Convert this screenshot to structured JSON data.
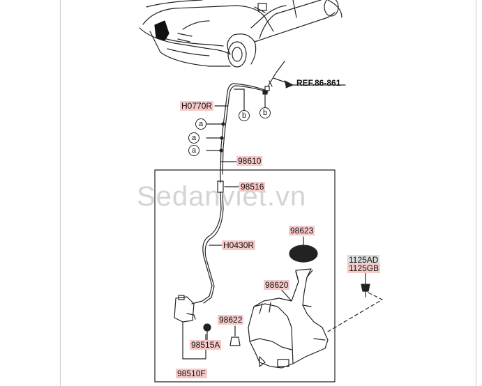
{
  "reference": "REF.86-861",
  "watermark": "Sedanviet.vn",
  "callout_a": "a",
  "callout_b": "b",
  "parts": {
    "hose_upper": "H0770R",
    "reservoir_assy": "98610",
    "connector": "98516",
    "hose_lower": "H0430R",
    "cap": "98623",
    "filler_neck": "98620",
    "grommet": "98622",
    "pump_seal": "98515A",
    "pump": "98510F",
    "bolt_a": "1125AD",
    "bolt_b": "1125GB"
  },
  "colors": {
    "highlight": "#f6c9c9",
    "highlight_grey": "#dcdcdc",
    "line": "#222222"
  }
}
